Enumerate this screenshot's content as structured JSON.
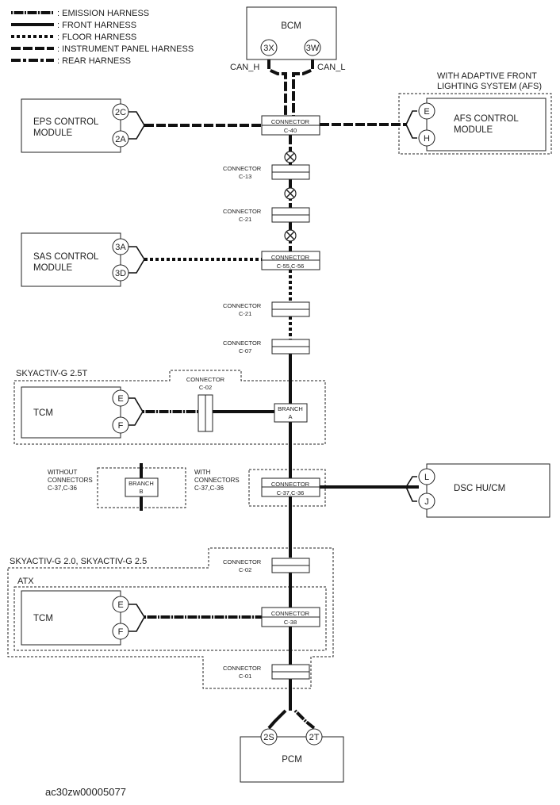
{
  "legend": [
    {
      "key": "emission",
      "label": ": EMISSION HARNESS"
    },
    {
      "key": "front",
      "label": ": FRONT HARNESS"
    },
    {
      "key": "floor",
      "label": ": FLOOR HARNESS"
    },
    {
      "key": "ip",
      "label": ": INSTRUMENT PANEL HARNESS"
    },
    {
      "key": "rear",
      "label": ": REAR HARNESS"
    }
  ],
  "modules": {
    "bcm": "BCM",
    "eps_line1": "EPS CONTROL",
    "eps_line2": "MODULE",
    "afs_line1": "AFS CONTROL",
    "afs_line2": "MODULE",
    "sas_line1": "SAS CONTROL",
    "sas_line2": "MODULE",
    "tcm_upper": "TCM",
    "dsc": "DSC HU/CM",
    "tcm_lower": "TCM",
    "pcm": "PCM"
  },
  "pins": {
    "bcm_h": "3X",
    "bcm_l": "3W",
    "eps_h": "2C",
    "eps_l": "2A",
    "afs_h": "E",
    "afs_l": "H",
    "sas_h": "3A",
    "sas_l": "3D",
    "tcm_upper_h": "E",
    "tcm_upper_l": "F",
    "dsc_h": "L",
    "dsc_l": "J",
    "tcm_lower_h": "E",
    "tcm_lower_l": "F",
    "pcm_h": "2S",
    "pcm_l": "2T"
  },
  "signals": {
    "can_h": "CAN_H",
    "can_l": "CAN_L"
  },
  "connectors": {
    "c40": {
      "line1": "CONNECTOR",
      "line2": "C-40"
    },
    "c13": {
      "line1": "CONNECTOR",
      "line2": "C-13"
    },
    "c21a": {
      "line1": "CONNECTOR",
      "line2": "C-21"
    },
    "c5556": {
      "line1": "CONNECTOR",
      "line2": "C-55,C-56"
    },
    "c21b": {
      "line1": "CONNECTOR",
      "line2": "C-21"
    },
    "c07": {
      "line1": "CONNECTOR",
      "line2": "C-07"
    },
    "c02a": {
      "line1": "CONNECTOR",
      "line2": "C-02"
    },
    "c3736": {
      "line1": "CONNECTOR",
      "line2": "C-37,C-36"
    },
    "c02b": {
      "line1": "CONNECTOR",
      "line2": "C-02"
    },
    "c38": {
      "line1": "CONNECTOR",
      "line2": "C-38"
    },
    "c01": {
      "line1": "CONNECTOR",
      "line2": "C-01"
    }
  },
  "branches": {
    "a": {
      "line1": "BRANCH",
      "line2": "A"
    },
    "b": {
      "line1": "BRANCH",
      "line2": "B"
    }
  },
  "groups": {
    "afs_line1": "WITH ADAPTIVE FRONT",
    "afs_line2": "LIGHTING SYSTEM (AFS)",
    "skyactiv25t": "SKYACTIV-G 2.5T",
    "skyactiv2025": "SKYACTIV-G 2.0, SKYACTIV-G 2.5",
    "atx": "ATX",
    "without_line1": "WITHOUT",
    "without_line2": "CONNECTORS",
    "without_line3": "C-37,C-36",
    "with_line1": "WITH",
    "with_line2": "CONNECTORS",
    "with_line3": "C-37,C-36"
  },
  "footer": "ac30zw00005077"
}
